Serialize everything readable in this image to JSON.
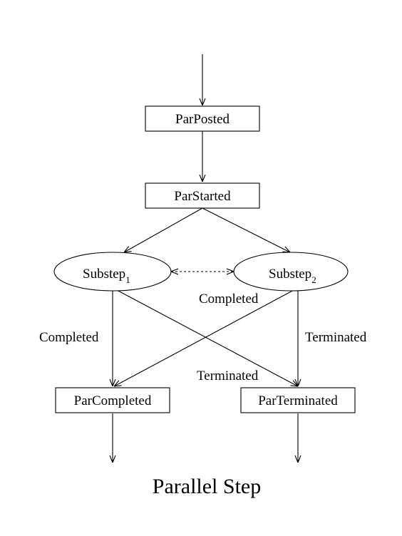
{
  "diagram": {
    "title": "Parallel Step",
    "nodes": {
      "par_posted": "ParPosted",
      "par_started": "ParStarted",
      "substep1": {
        "label": "Substep",
        "sub": "1"
      },
      "substep2": {
        "label": "Substep",
        "sub": "2"
      },
      "par_completed": "ParCompleted",
      "par_terminated": "ParTerminated"
    },
    "edges": {
      "substep1_completed": "Completed",
      "substep1_terminated": "Terminated",
      "substep2_completed": "Completed",
      "substep2_terminated": "Terminated"
    }
  }
}
